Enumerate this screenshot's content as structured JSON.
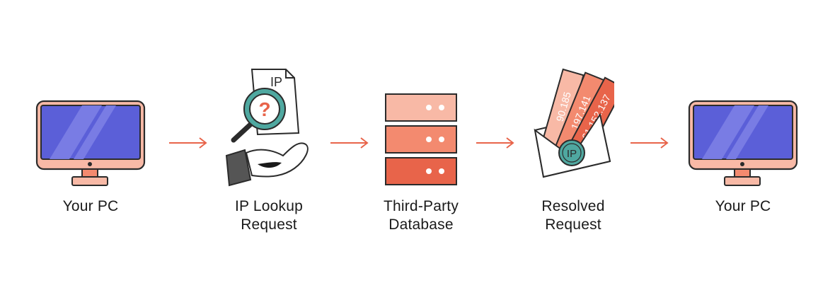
{
  "diagram": {
    "steps": [
      {
        "label_lines": [
          "Your PC"
        ],
        "icon": "monitor-icon"
      },
      {
        "label_lines": [
          "IP Lookup",
          "Request"
        ],
        "icon": "ip-lookup-icon"
      },
      {
        "label_lines": [
          "Third-Party",
          "Database"
        ],
        "icon": "database-icon"
      },
      {
        "label_lines": [
          "Resolved",
          "Request"
        ],
        "icon": "envelope-icon"
      },
      {
        "label_lines": [
          "Your PC"
        ],
        "icon": "monitor-icon"
      }
    ],
    "doc_text": "IP",
    "magnifier_text": "?",
    "seal_text": "IP",
    "ticket_texts": [
      "90.185",
      "197.141",
      "61.152.137"
    ]
  },
  "colors": {
    "accent": "#e8644a",
    "monitor_body": "#f8b9a6",
    "screen": "#5b5fd8",
    "db_light": "#f8b9a6",
    "db_mid": "#f38a6f",
    "db_dark": "#e8644a",
    "seal": "#4fa8a0",
    "outline": "#2b2b2b"
  }
}
